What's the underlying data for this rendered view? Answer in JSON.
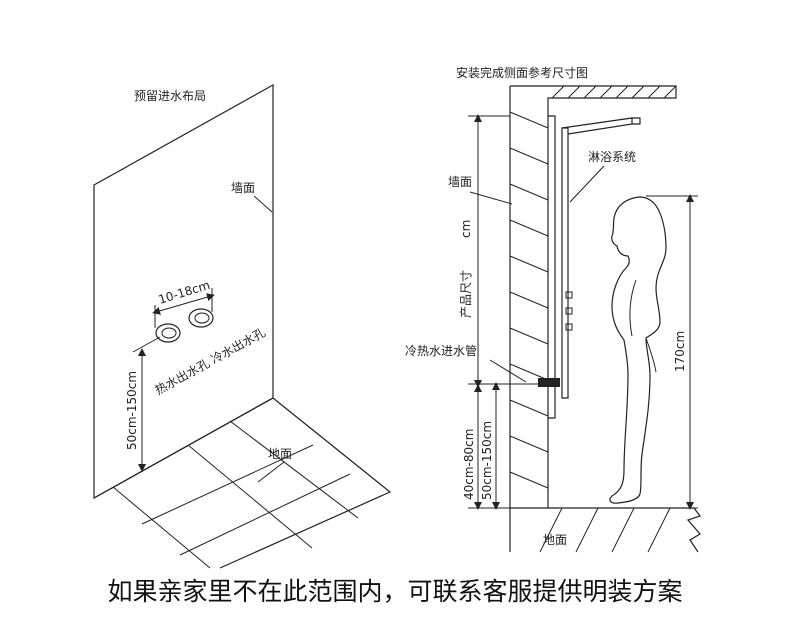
{
  "left": {
    "title": "预留进水布局",
    "wall_label": "墙面",
    "gap_label": "10-18cm",
    "outlets_label": "热水出水孔  冷水出水孔",
    "height_label": "50cm-150cm",
    "floor_label": "地面"
  },
  "right": {
    "title": "安装完成侧面参考尺寸图",
    "shower_label": "淋浴系统",
    "wall_label": "墙面",
    "product_size_label": "产品尺寸",
    "unit_label": "cm",
    "pipe_label": "冷热水进水管",
    "range_a_label": "40cm-80cm",
    "range_b_label": "50cm-150cm",
    "person_height_label": "170cm",
    "floor_label": "地面"
  },
  "caption": "如果亲家里不在此范围内，可联系客服提供明装方案"
}
